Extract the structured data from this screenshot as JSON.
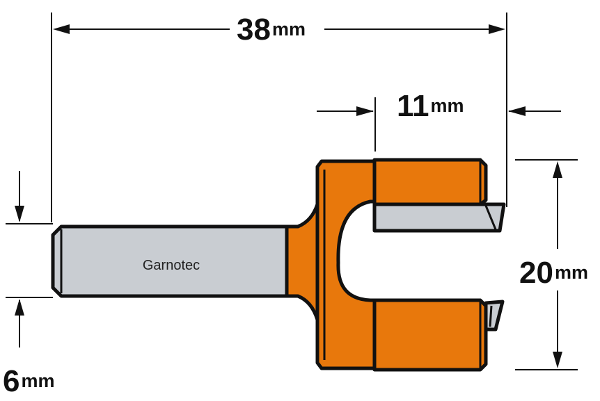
{
  "brand": "Garnotec",
  "dimensions": {
    "overall_length": {
      "value": "38",
      "unit": "mm"
    },
    "cutter_length": {
      "value": "11",
      "unit": "mm"
    },
    "cutter_diameter": {
      "value": "20",
      "unit": "mm"
    },
    "shank_diameter": {
      "value": "6",
      "unit": "mm"
    }
  },
  "colors": {
    "body": "#E8780C",
    "blade": "#C9CDD2",
    "shank": "#C9CDD2",
    "outline": "#111111"
  }
}
